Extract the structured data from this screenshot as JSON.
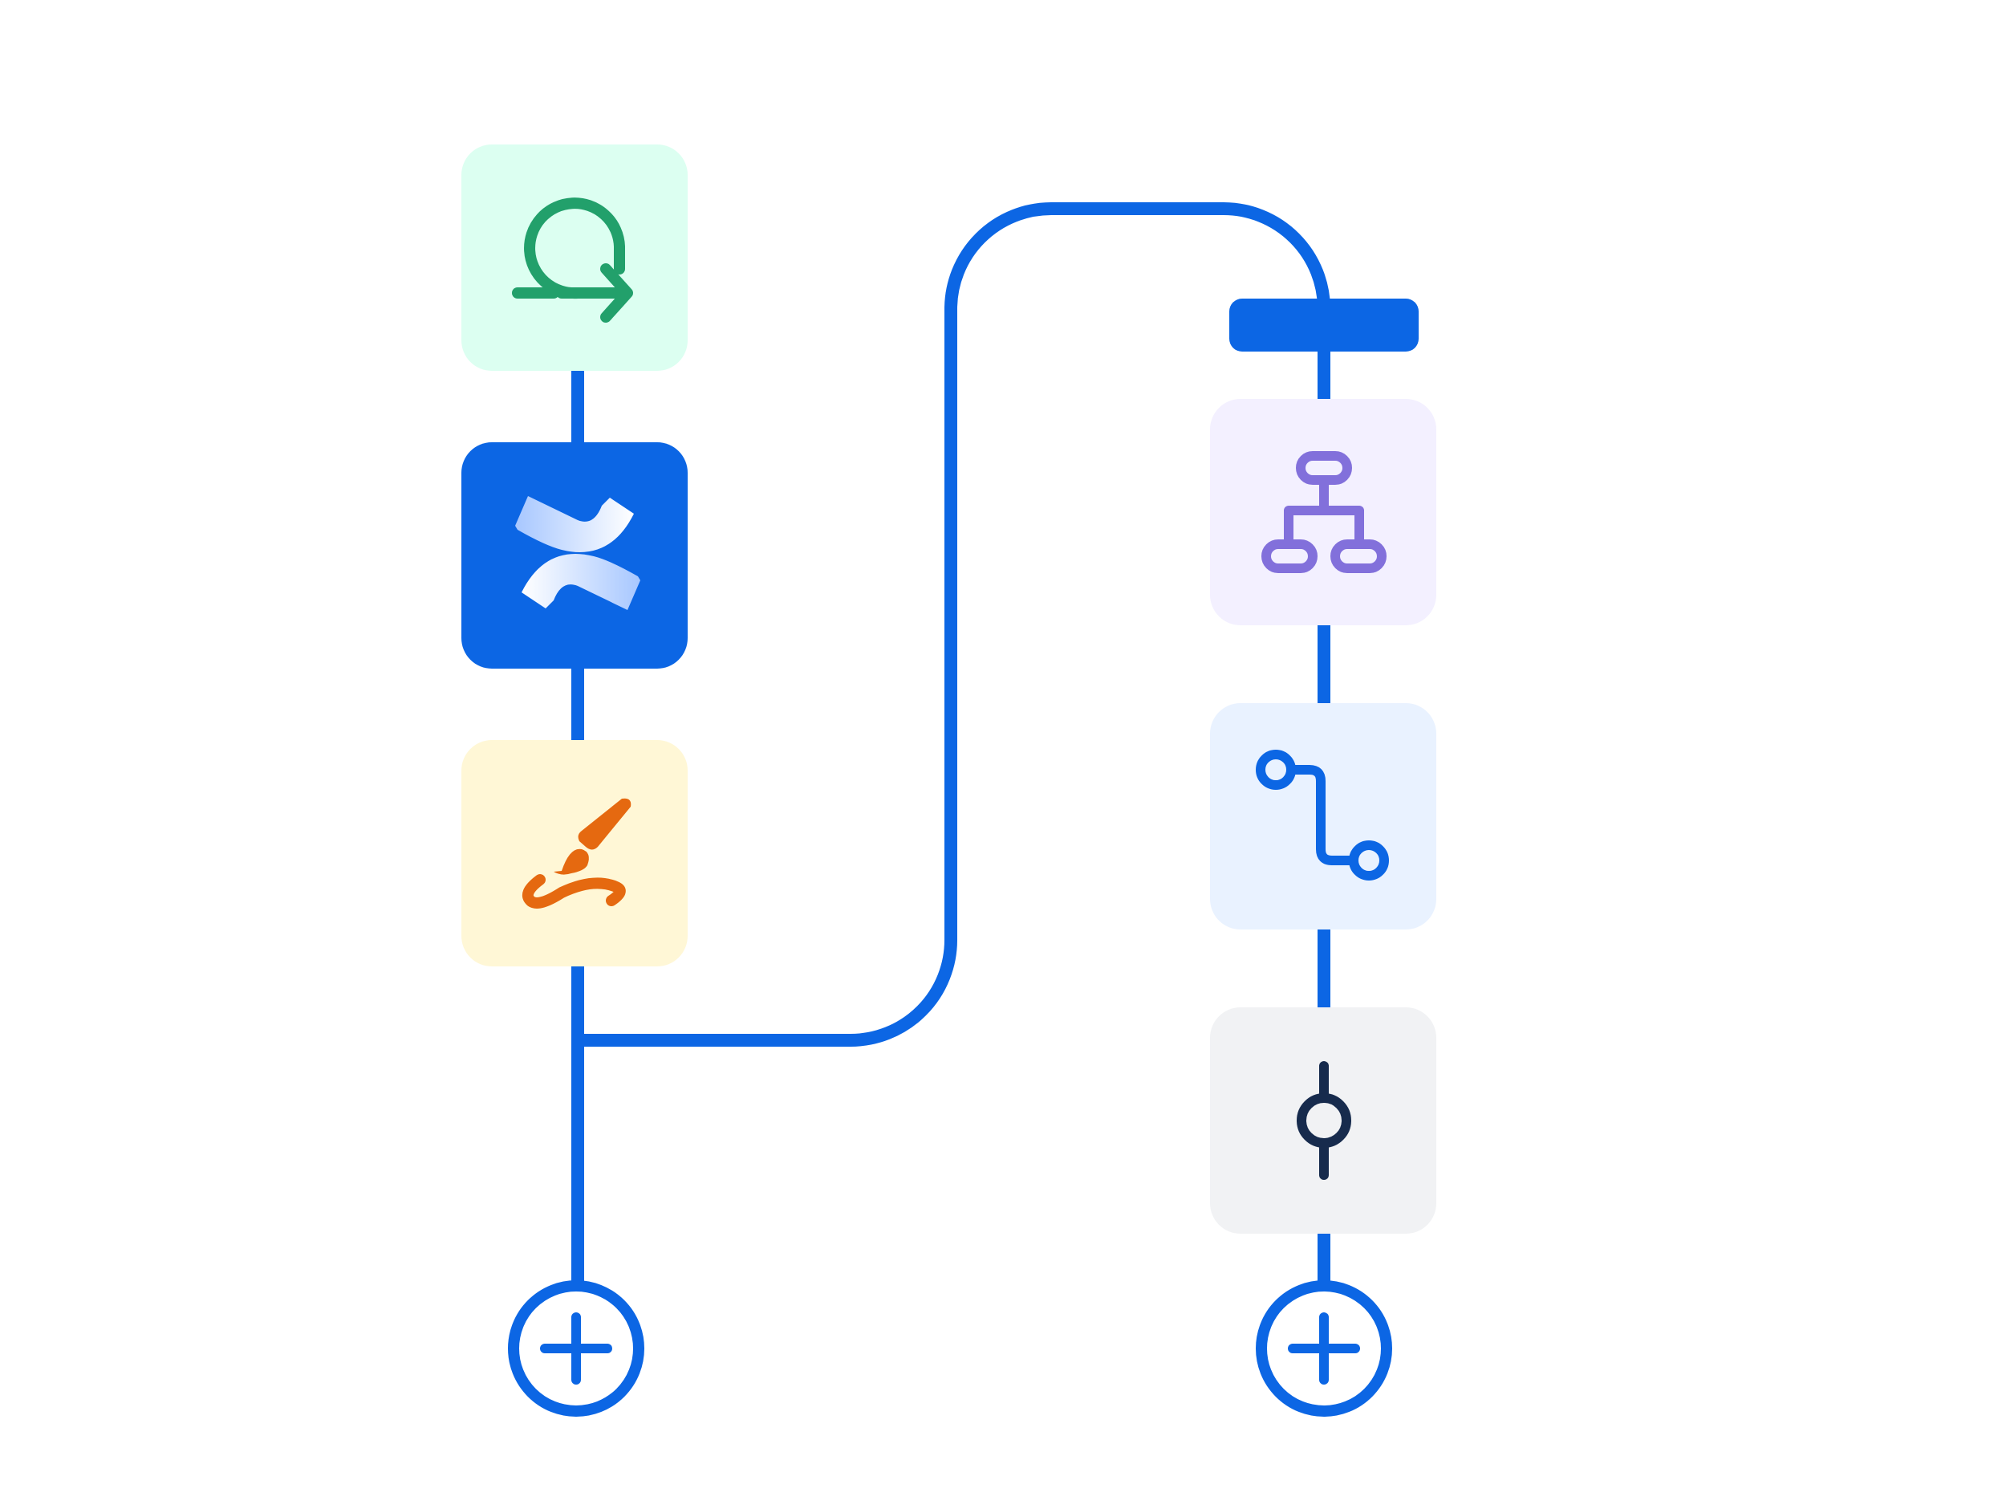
{
  "colors": {
    "connector": "#0c66e4",
    "background": "#ffffff"
  },
  "flow_left": {
    "nodes": [
      {
        "id": "loop",
        "icon": "loop-arrow-icon",
        "tile_color": "#dcfff1",
        "icon_color": "#22a06b"
      },
      {
        "id": "confluence",
        "icon": "confluence-logo-icon",
        "tile_color": "#0c66e4",
        "icon_color": "#ffffff"
      },
      {
        "id": "paint",
        "icon": "paintbrush-icon",
        "tile_color": "#fff7d6",
        "icon_color": "#e56910"
      }
    ],
    "add_button": {
      "icon": "plus-icon"
    }
  },
  "flow_right": {
    "branch_bar": {
      "icon": "branch-bar"
    },
    "nodes": [
      {
        "id": "hierarchy",
        "icon": "hierarchy-icon",
        "tile_color": "#f3f0ff",
        "icon_color": "#8270db"
      },
      {
        "id": "route",
        "icon": "route-icon",
        "tile_color": "#e9f2ff",
        "icon_color": "#0c66e4"
      },
      {
        "id": "commit",
        "icon": "commit-icon",
        "tile_color": "#f1f2f4",
        "icon_color": "#172b4d"
      }
    ],
    "add_button": {
      "icon": "plus-icon"
    }
  }
}
